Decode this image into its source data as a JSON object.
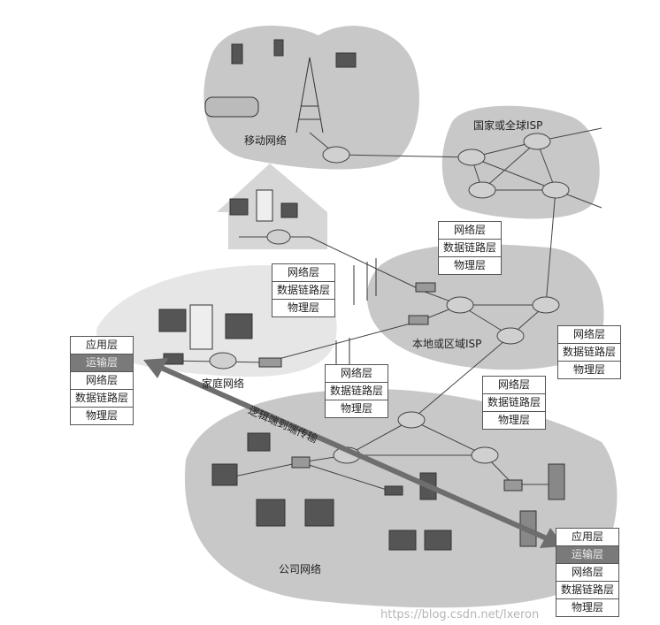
{
  "labels": {
    "mobile_network": "移动网络",
    "global_isp": "国家或全球ISP",
    "regional_isp": "本地或区域ISP",
    "home_network": "家庭网络",
    "enterprise_network": "公司网络",
    "logical_e2e": "逻辑端到端传输"
  },
  "stacks": {
    "host_left": [
      "应用层",
      "运输层",
      "网络层",
      "数据链路层",
      "物理层"
    ],
    "host_right": [
      "应用层",
      "运输层",
      "网络层",
      "数据链路层",
      "物理层"
    ],
    "router_isp_top": [
      "网络层",
      "数据链路层",
      "物理层"
    ],
    "router_home_upper": [
      "网络层",
      "数据链路层",
      "物理层"
    ],
    "router_home_lower": [
      "网络层",
      "数据链路层",
      "物理层"
    ],
    "router_regional_right": [
      "网络层",
      "数据链路层",
      "物理层"
    ],
    "router_corp": [
      "网络层",
      "数据链路层",
      "物理层"
    ]
  },
  "highlight_layer": "运输层",
  "watermark": "https://blog.csdn.net/lxeron",
  "colors": {
    "cloud": "#c8c8c8",
    "highlight": "#7a7a7a",
    "arrow": "#6e6e6e"
  }
}
